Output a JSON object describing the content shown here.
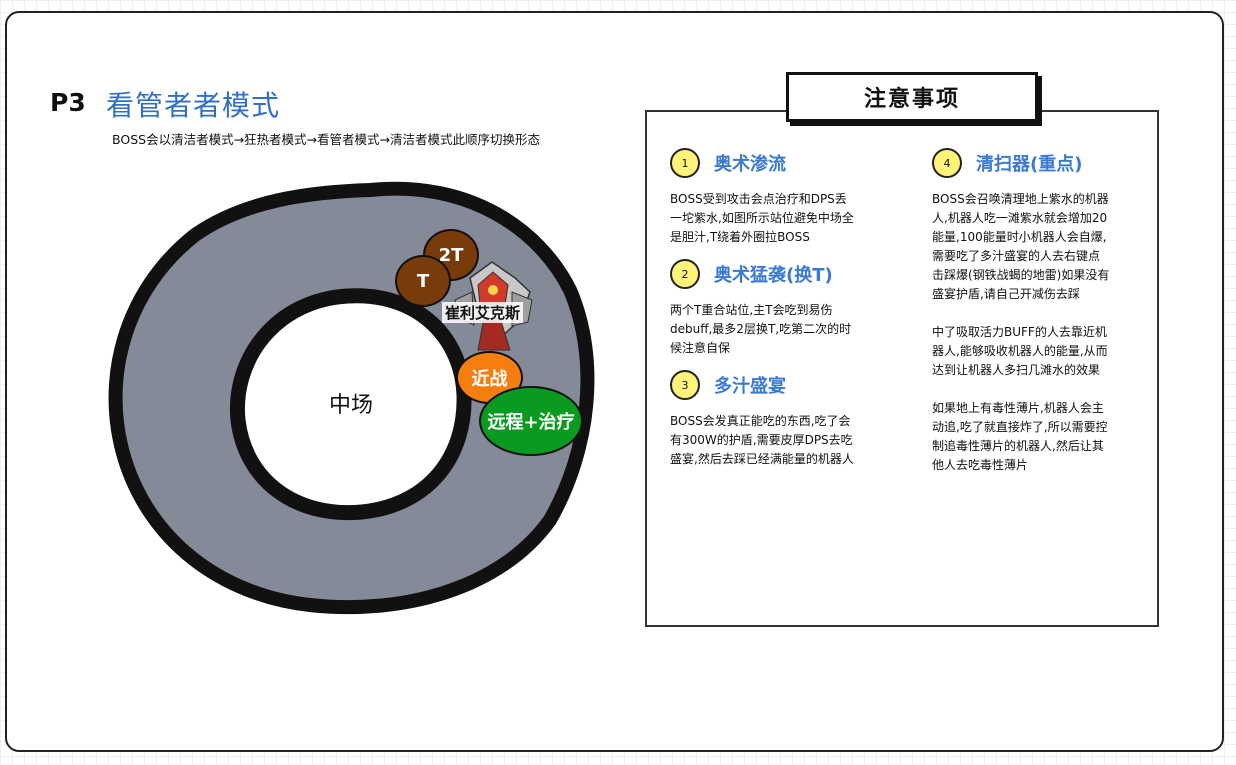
{
  "phase": "P3",
  "mode_title": "看管者者模式",
  "subtitle": "BOSS会以清洁者模式→狂热者模式→看管者模式→清洁者模式此顺序切换形态",
  "arena": {
    "center_label": "中场",
    "boss_label": "崔利艾克斯",
    "tokens": {
      "offtank": "2T",
      "tank": "T",
      "melee": "近战",
      "ranged_heal": "远程+治疗"
    }
  },
  "notes": {
    "header": "注意事项",
    "items": [
      {
        "num": "1",
        "title": "奥术渗流",
        "lines": [
          "BOSS受到攻击会点治疗和DPS丢",
          "一坨紫水,如图所示站位避免中场全",
          "是胆汁,T绕着外圈拉BOSS"
        ]
      },
      {
        "num": "2",
        "title": "奥术猛袭(换T)",
        "lines": [
          "两个T重合站位,主T会吃到易伤",
          "debuff,最多2层换T,吃第二次的时",
          "候注意自保"
        ]
      },
      {
        "num": "3",
        "title": "多汁盛宴",
        "lines": [
          "BOSS会发真正能吃的东西,吃了会",
          "有300W的护盾,需要皮厚DPS去吃",
          "盛宴,然后去踩已经满能量的机器人"
        ]
      },
      {
        "num": "4",
        "title": "清扫器(重点)",
        "paragraphs": [
          [
            "BOSS会召唤清理地上紫水的机器",
            "人,机器人吃一滩紫水就会增加20",
            "能量,100能量时小机器人会自爆,",
            "需要吃了多汁盛宴的人去右键点",
            "击踩爆(钢铁战蝎的地雷)如果没有",
            "盛宴护盾,请自己开减伤去踩"
          ],
          [
            "中了吸取活力BUFF的人去靠近机",
            "器人,能够吸收机器人的能量,从而",
            "达到让机器人多扫几滩水的效果"
          ],
          [
            "如果地上有毒性薄片,机器人会主",
            "动追,吃了就直接炸了,所以需要控",
            "制追毒性薄片的机器人,然后让其",
            "他人去吃毒性薄片"
          ]
        ]
      }
    ]
  },
  "colors": {
    "title_blue": "#2f6fc7",
    "note_title_blue": "#3a7ad0",
    "ring_gray": "#858a98",
    "tank_brown": "#7a3b0a",
    "melee_orange": "#f57e0e",
    "ranged_green": "#0a9a20",
    "badge_yellow": "#fff37a"
  }
}
